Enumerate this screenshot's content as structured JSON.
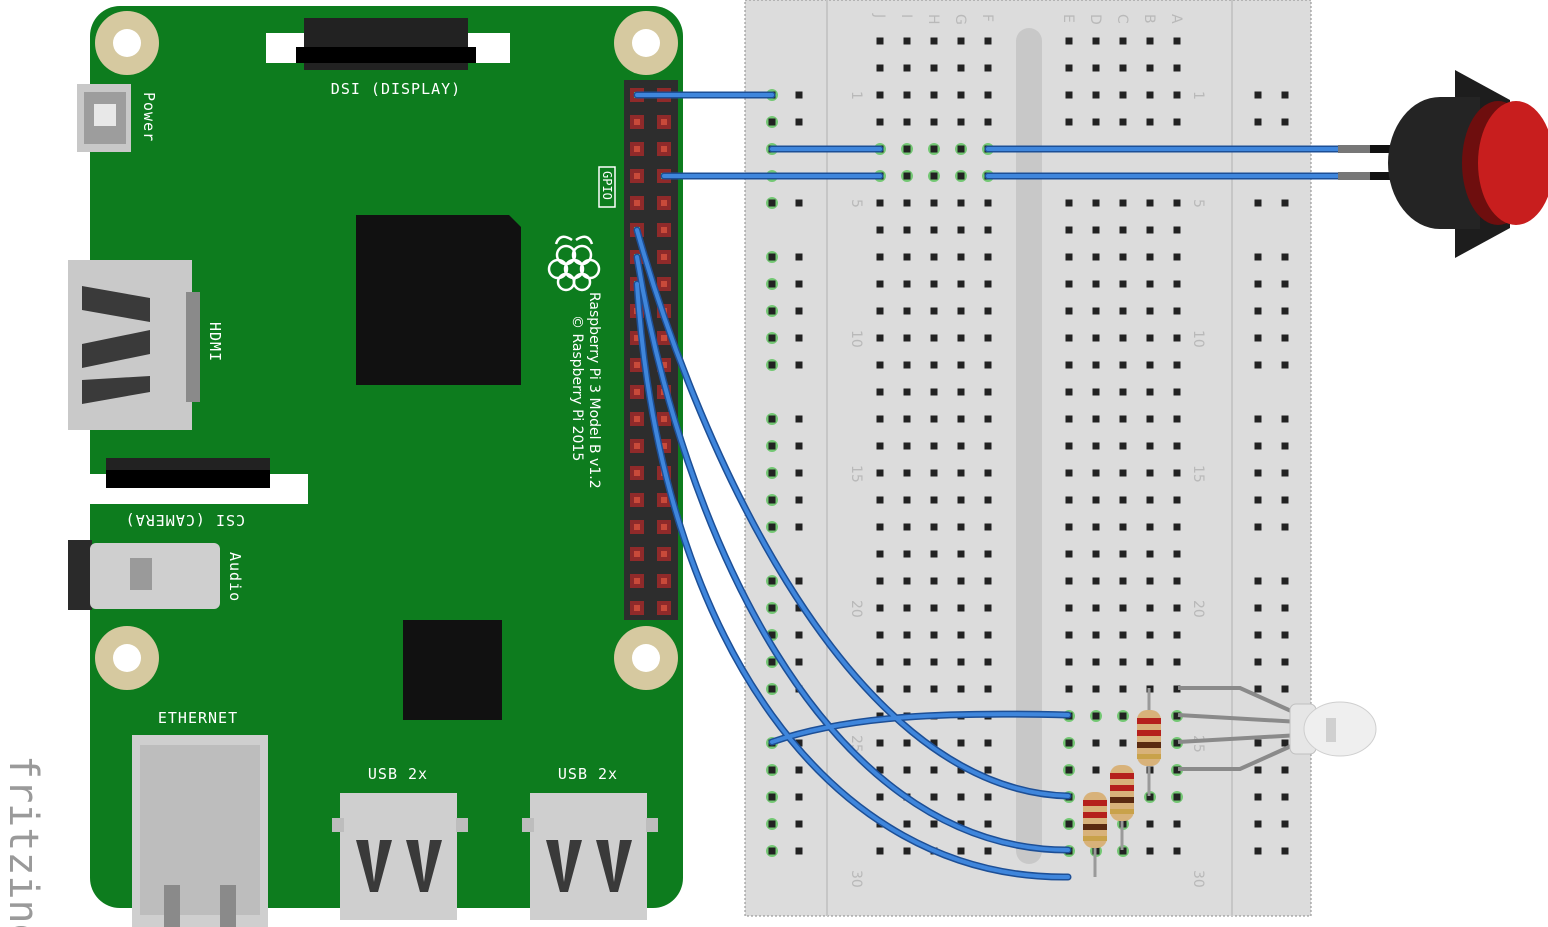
{
  "board": {
    "dsi_label": "DSI (DISPLAY)",
    "power_label": "Power",
    "hdmi_label": "HDMI",
    "csi_label": "CSI (CAMERA)",
    "audio_label": "Audio",
    "ethernet_label": "ETHERNET",
    "usb_left_label": "USB 2x",
    "usb_right_label": "USB 2x",
    "gpio_label": "GPIO",
    "model_line1": "Raspberry Pi 3 Model B v1.2",
    "model_line2": "© Raspberry Pi 2015"
  },
  "breadboard": {
    "columns_left": [
      "J",
      "I",
      "H",
      "G",
      "F"
    ],
    "columns_right": [
      "E",
      "D",
      "C",
      "B",
      "A"
    ],
    "row_numbers": [
      "1",
      "5",
      "10",
      "15",
      "20",
      "25",
      "30"
    ]
  },
  "components": [
    "push-button",
    "rgb-led",
    "resistor",
    "resistor",
    "resistor"
  ],
  "colors": {
    "pcb": "#0d7c1e",
    "wire": "#2f6fc4",
    "breadboard": "#dcdcdc",
    "button": "#c81e1e",
    "pin_highlight": "#62c462"
  },
  "brand": "fritzing"
}
